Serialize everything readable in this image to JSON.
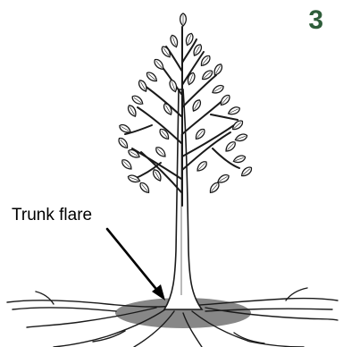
{
  "diagram": {
    "step_number": "3",
    "callout_label": "Trunk flare"
  },
  "colors": {
    "step_number": "#2e5d3a",
    "ground_disc": "#7a7a7a",
    "ink": "#1a1a1a"
  },
  "icons": {
    "tree": "deciduous-tree-illustration",
    "arrow": "callout-arrow"
  }
}
